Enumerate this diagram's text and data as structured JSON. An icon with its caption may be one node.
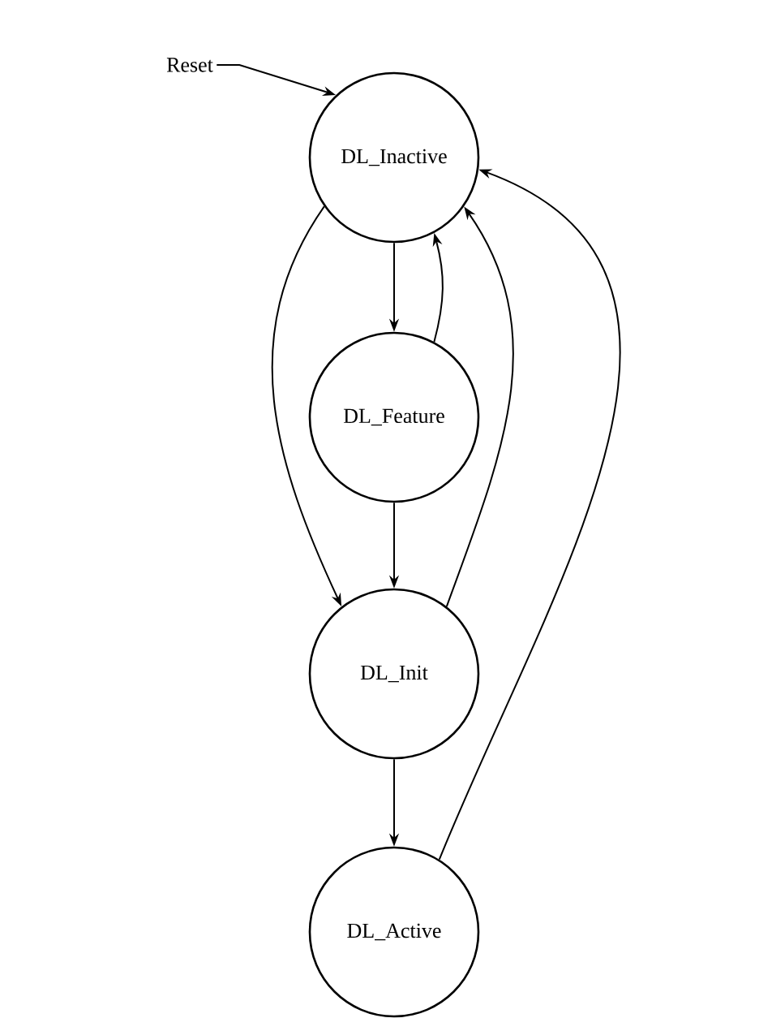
{
  "diagram": {
    "nodes": [
      {
        "text": [
          "Reset"
        ]
      },
      {
        "text": [
          "DL_Inactive"
        ]
      },
      {
        "text": [
          "DL_Feature"
        ]
      },
      {
        "text": [
          "DL_Init"
        ]
      },
      {
        "text": [
          "DL_Active"
        ]
      }
    ],
    "edges": [
      {
        "from": 0,
        "to": 1,
        "arrow": "to"
      },
      {
        "from": 1,
        "to": 2,
        "arrow": "to"
      },
      {
        "from": 2,
        "to": 1,
        "arrow": "to"
      },
      {
        "from": 1,
        "to": 3,
        "arrow": "to"
      },
      {
        "from": 2,
        "to": 3,
        "arrow": "to"
      },
      {
        "from": 3,
        "to": 1,
        "arrow": "to"
      },
      {
        "from": 3,
        "to": 4,
        "arrow": "to"
      },
      {
        "from": 4,
        "to": 1,
        "arrow": "to"
      }
    ]
  }
}
